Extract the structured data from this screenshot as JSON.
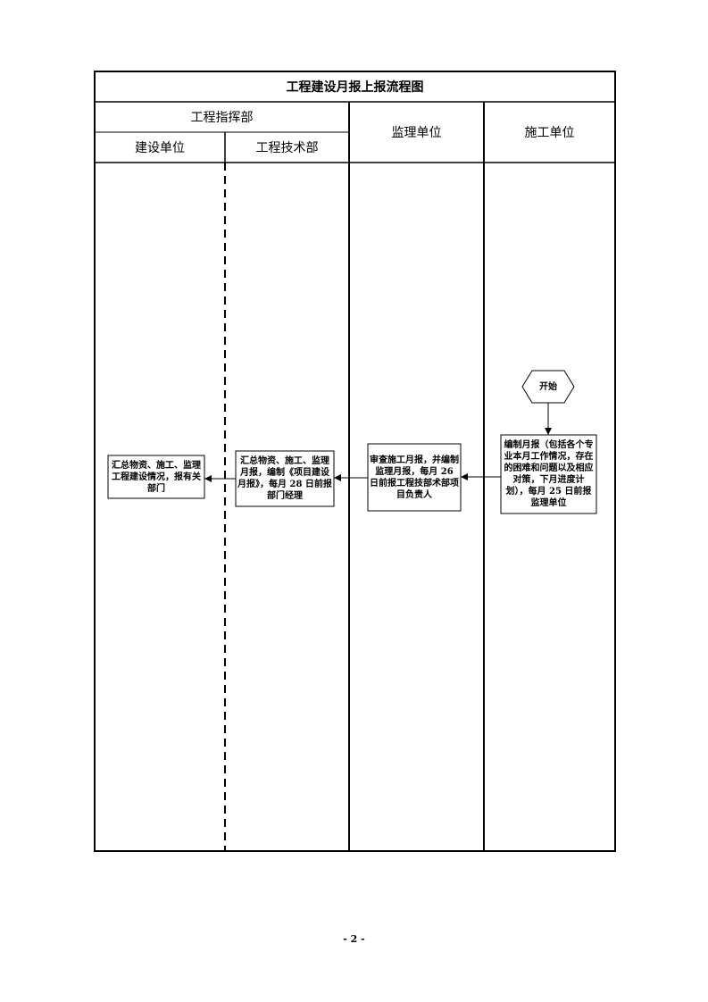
{
  "title": "工程建设月报上报流程图",
  "headers": {
    "group": "工程指挥部",
    "owner": "建设单位",
    "tech_dept": "工程技术部",
    "supervisor": "监理单位",
    "contractor": "施工单位"
  },
  "nodes": {
    "start": "开始",
    "contractor_step": "编制月报（包括各个专业本月工作情况，存在的困难和问题以及相应对策，下月进度计划），每月 25 日前报监理单位",
    "supervisor_step": "审查施工月报，并编制监理月报，每月 26 日前报工程技部术部项目负责人",
    "tech_step": "汇总物资、施工、监理月报，编制《项目建设月报》，每月 28 日前报部门经理",
    "owner_step": "汇总物资、施工、监理工程建设情况，报有关部门"
  },
  "page_number": "- 2 -"
}
